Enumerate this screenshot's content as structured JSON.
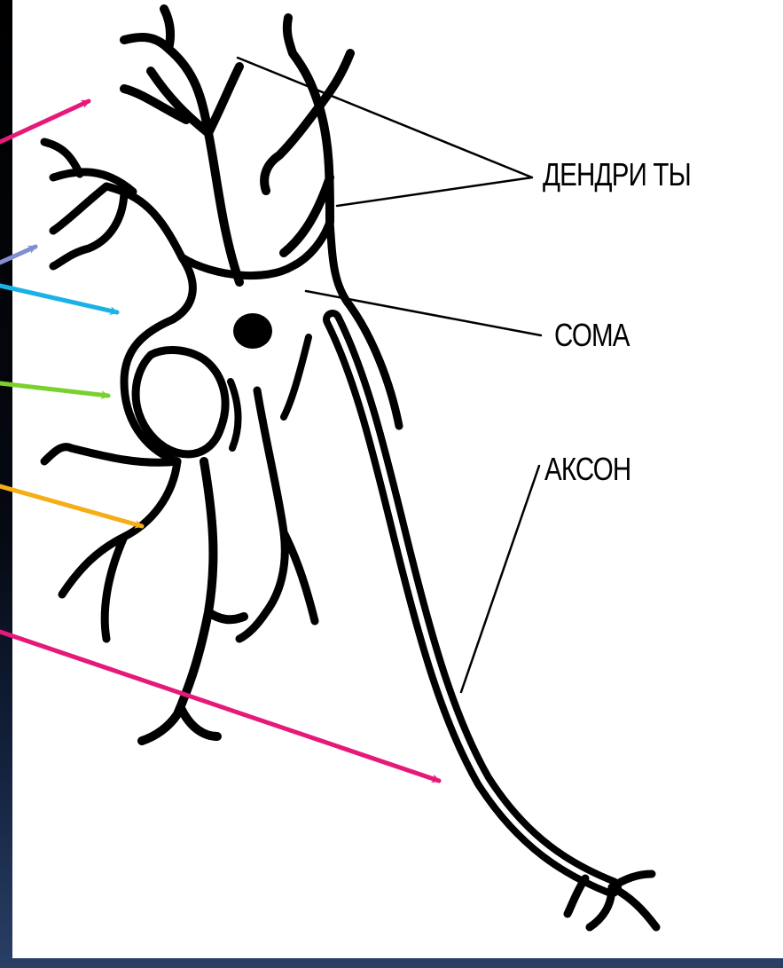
{
  "labels": {
    "dendrites": "ДЕНДРИ ТЫ",
    "soma": "СОМА",
    "axon": "АКСОН"
  },
  "colors": {
    "background_top": "#000000",
    "background_bottom": "#2a3f66",
    "panel": "#ffffff",
    "ink": "#000000",
    "arrow_magenta": "#e6197a",
    "arrow_periwinkle": "#7f8fd0",
    "arrow_cyan": "#1ab2e6",
    "arrow_green": "#7ad12e",
    "arrow_orange": "#f5ae16"
  },
  "icons": {
    "figure": "neuron-drawing",
    "pointers": "arrow-icon"
  }
}
